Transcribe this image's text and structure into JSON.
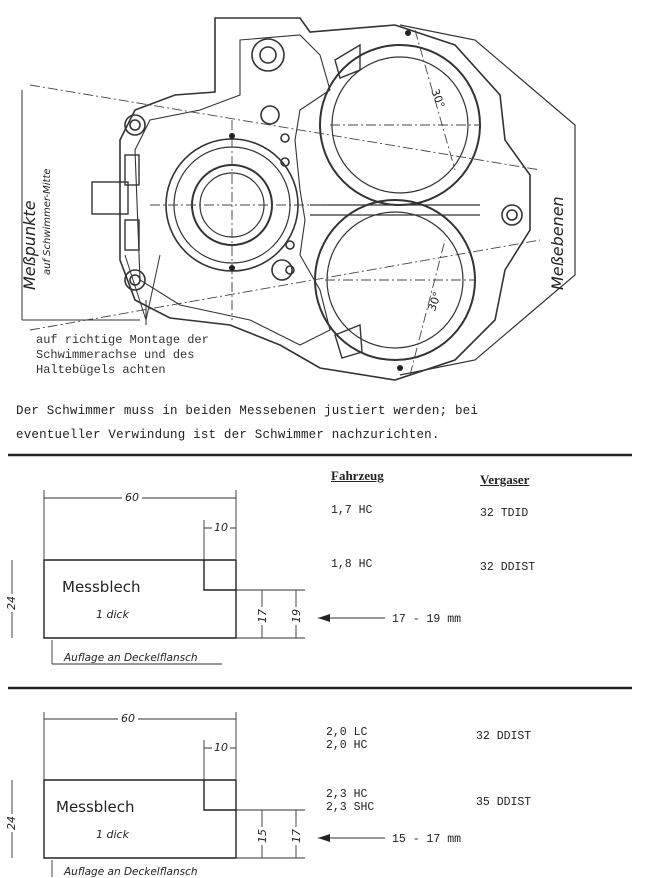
{
  "drawing": {
    "left_label": "Meßpunkte",
    "left_sublabel": "auf Schwimmer-Mitte",
    "right_label": "Meßebenen",
    "angle_top": "30°",
    "angle_bottom": "30°",
    "caption_lines": [
      "auf richtige Montage der",
      "Schwimmerachse und des",
      "Haltebügels achten"
    ]
  },
  "note_lines": [
    "Der Schwimmer muss in beiden Messebenen justiert werden; bei",
    "eventueller Verwindung ist der Schwimmer nachzurichten."
  ],
  "section1": {
    "header_vehicle": "Fahrzeug",
    "header_carb": "Vergaser",
    "rows": [
      {
        "vehicle": "1,7 HC",
        "carb": "32 TDID"
      },
      {
        "vehicle": "1,8 HC",
        "carb": "32 DDIST"
      }
    ],
    "dim_width": "60",
    "dim_notch": "10",
    "dim_height": "24",
    "dim_a": "17",
    "dim_b": "19",
    "plate_label": "Messblech",
    "plate_thickness": "1 dick",
    "support_label": "Auflage an Deckelflansch",
    "range": "17 - 19 mm"
  },
  "section2": {
    "rows": [
      {
        "vehicle": "2,0 LC",
        "vehicle2": "2,0 HC",
        "carb": "32 DDIST"
      },
      {
        "vehicle": "2,3 HC",
        "vehicle2": "2,3 SHC",
        "carb": "35 DDIST"
      }
    ],
    "dim_width": "60",
    "dim_notch": "10",
    "dim_height": "24",
    "dim_a": "15",
    "dim_b": "17",
    "plate_label": "Messblech",
    "plate_thickness": "1 dick",
    "support_label": "Auflage an Deckelflansch",
    "range": "15 - 17 mm"
  }
}
